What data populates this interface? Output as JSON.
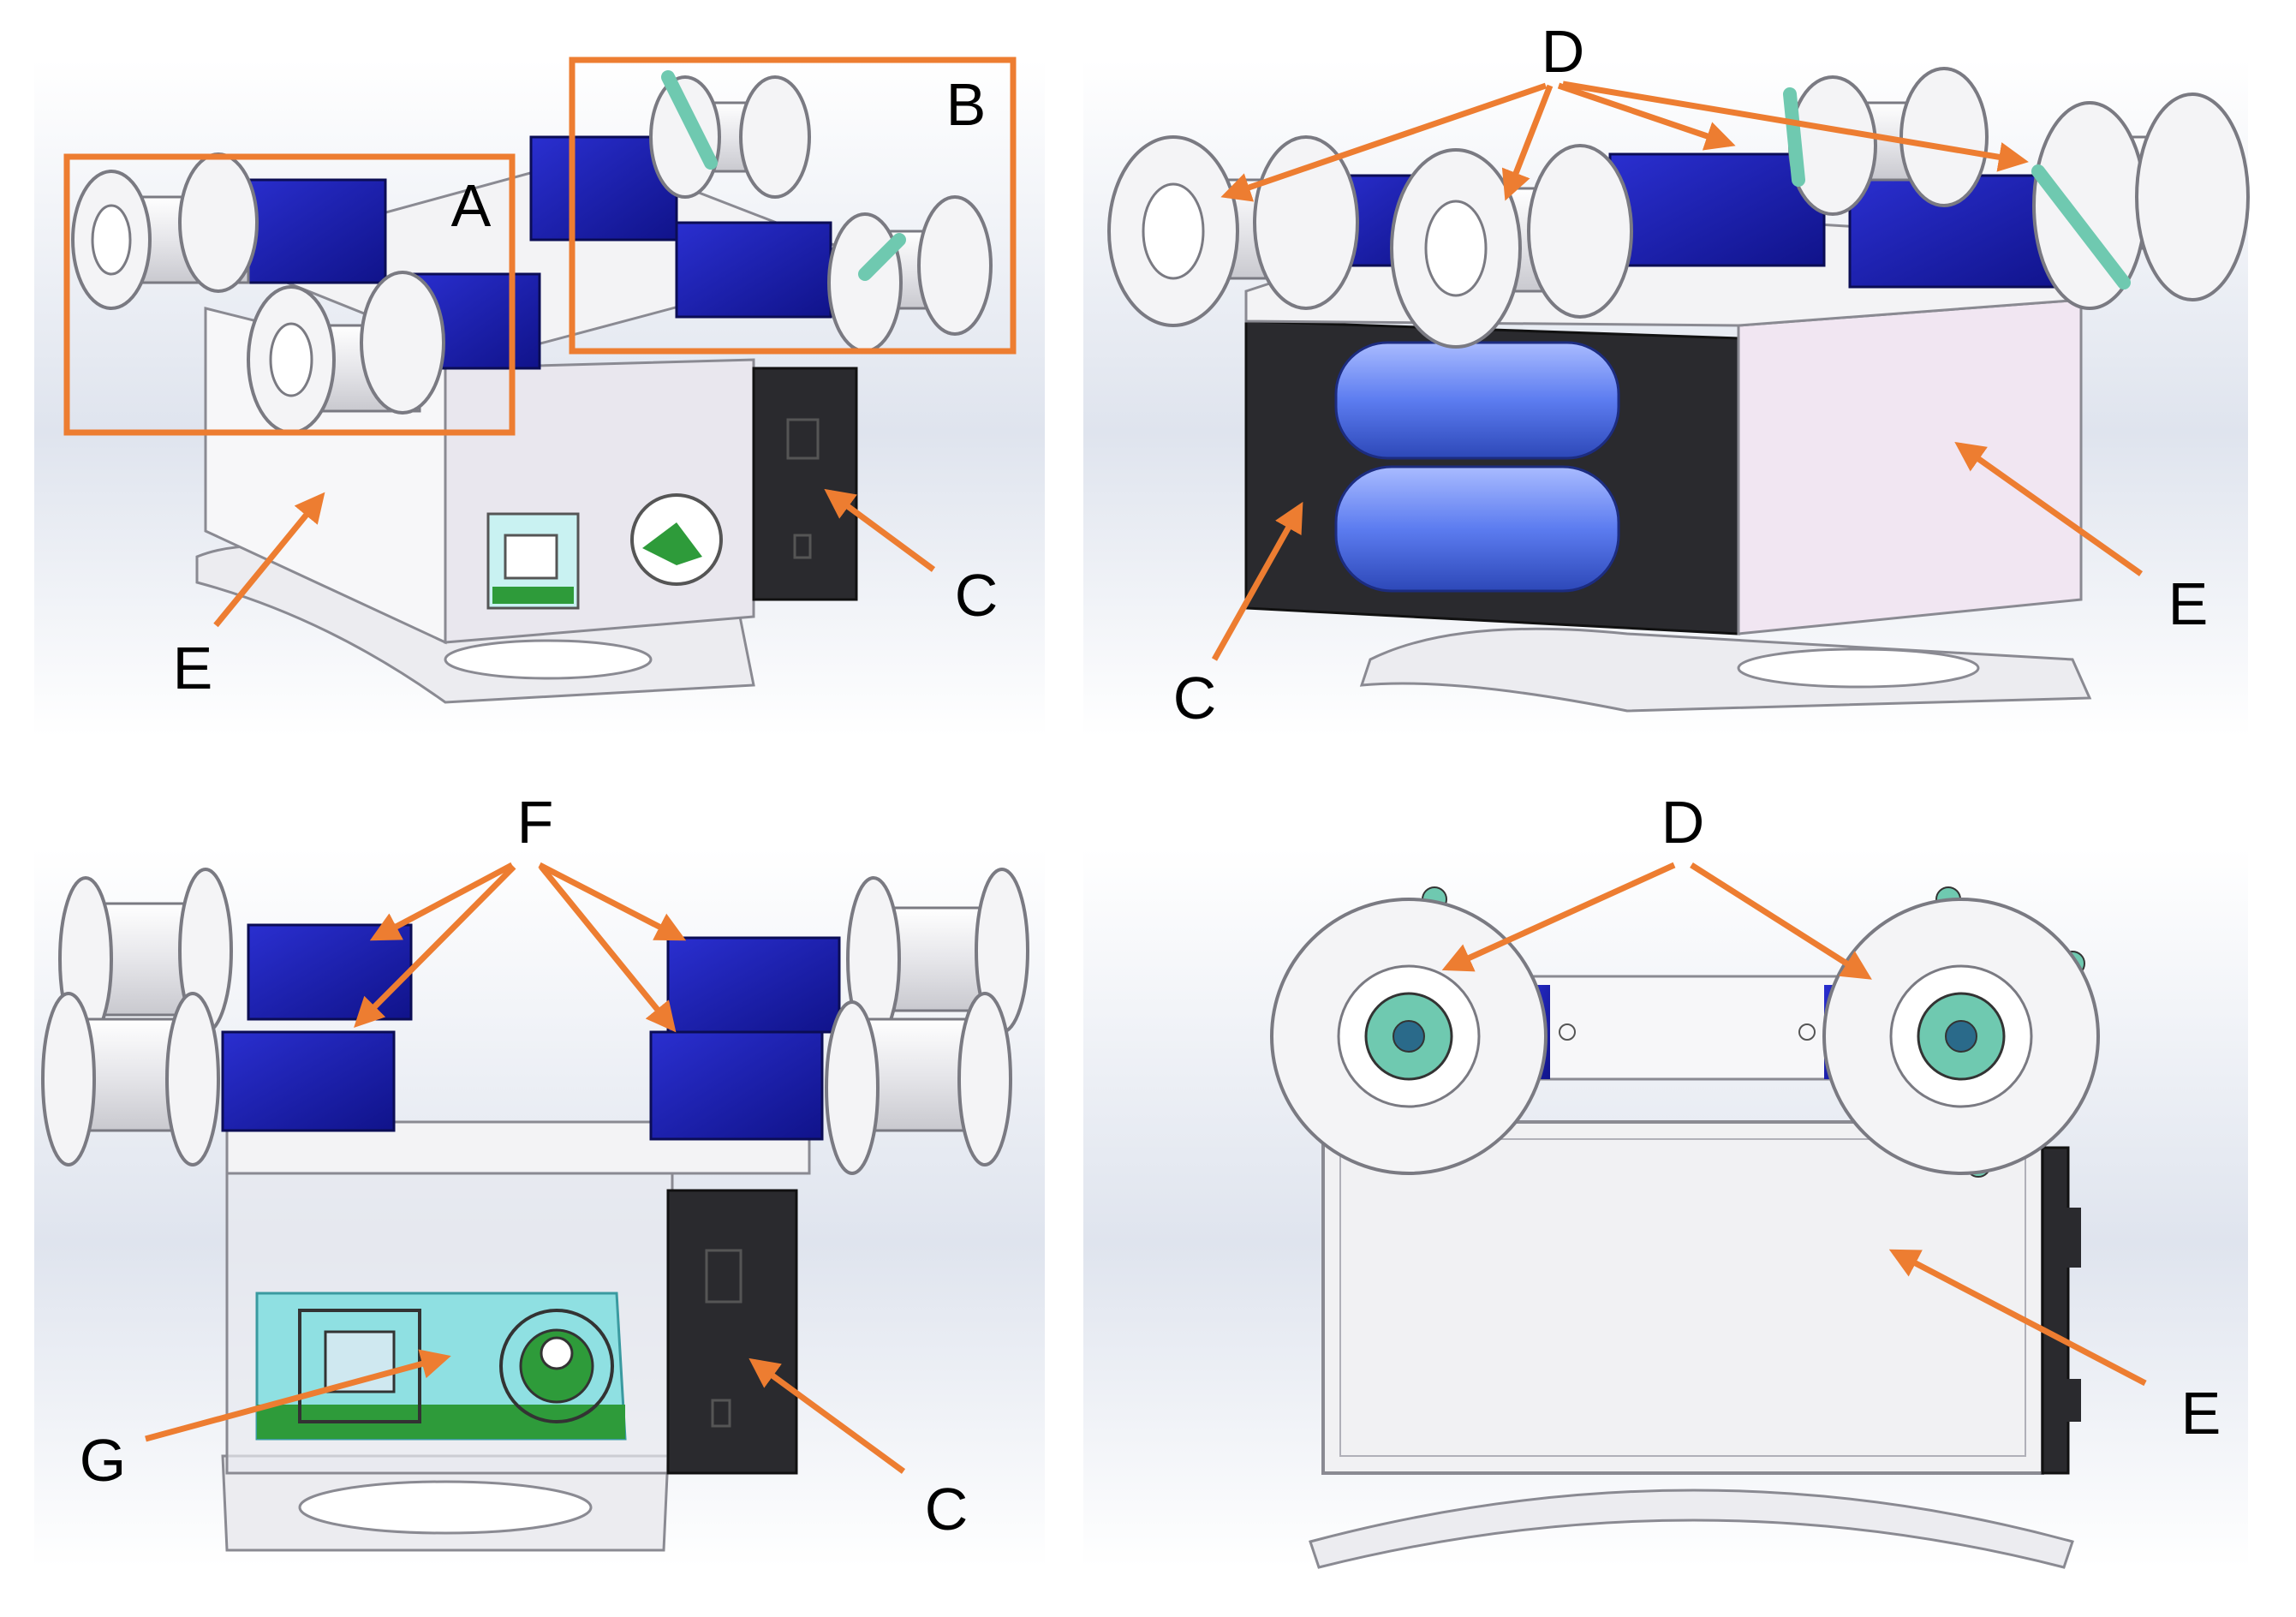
{
  "colors": {
    "accent": "#ED7D31",
    "servo": "#1C1FAE",
    "servo_dark": "#0E1070",
    "horn": "#6FC9B0",
    "spool": "#EDEDF0",
    "body": "#F3F3F5",
    "cover_pink": "#F1E6F2",
    "case_black": "#2A2A2E",
    "battery": "#5C7CF0",
    "pcb": "#2E9B3A",
    "usb": "#9FE3E3"
  },
  "panels": [
    {
      "name": "top-left"
    },
    {
      "name": "top-right"
    },
    {
      "name": "bottom-left"
    },
    {
      "name": "bottom-right"
    }
  ],
  "callouts": {
    "A": "A",
    "B": "B",
    "C": "C",
    "D": "D",
    "E": "E",
    "F": "F",
    "G": "G"
  }
}
